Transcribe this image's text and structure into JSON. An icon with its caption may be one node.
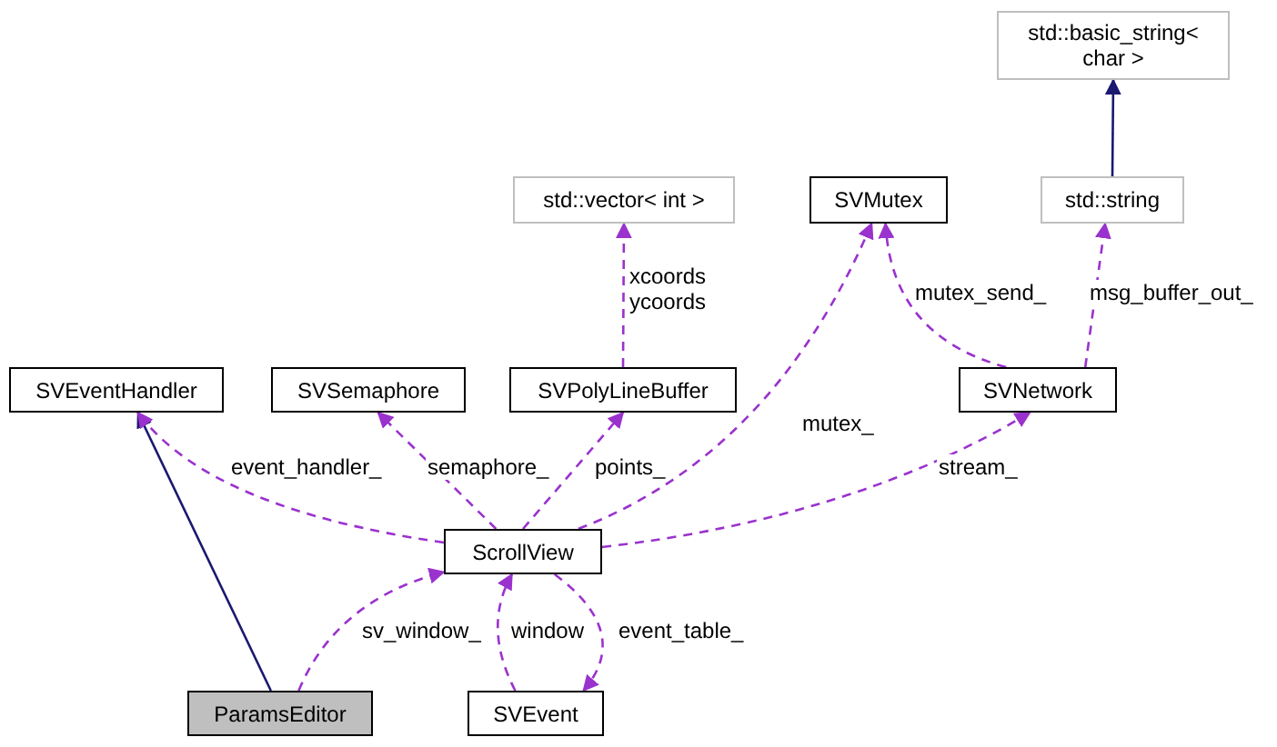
{
  "diagram": {
    "nodes": [
      {
        "text": [
          "std::basic_string< char >"
        ]
      },
      {
        "text": [
          "std::vector< int >"
        ]
      },
      {
        "text": [
          "SVMutex"
        ]
      },
      {
        "text": [
          "std::string"
        ]
      },
      {
        "text": [
          "SVEventHandler"
        ]
      },
      {
        "text": [
          "SVSemaphore"
        ]
      },
      {
        "text": [
          "SVPolyLineBuffer"
        ]
      },
      {
        "text": [
          "SVNetwork"
        ]
      },
      {
        "text": [
          "ScrollView"
        ]
      },
      {
        "text": [
          "ParamsEditor"
        ]
      },
      {
        "text": [
          "SVEvent"
        ]
      }
    ],
    "edges": [
      {
        "from": 3,
        "to": 0,
        "arrow": "to",
        "color": "#191970"
      },
      {
        "from": 6,
        "to": 1,
        "arrow": "to",
        "label": "xcoords ycoords",
        "style": "dashed"
      },
      {
        "from": 8,
        "to": 2,
        "arrow": "to",
        "label": "mutex_",
        "style": "dashed"
      },
      {
        "from": 7,
        "to": 2,
        "arrow": "to",
        "label": "mutex_send_",
        "style": "dashed"
      },
      {
        "from": 7,
        "to": 3,
        "arrow": "to",
        "label": "msg_buffer_out_",
        "style": "dashed"
      },
      {
        "from": 9,
        "to": 4,
        "arrow": "to",
        "color": "#191970"
      },
      {
        "from": 8,
        "to": 4,
        "arrow": "to",
        "label": "event_handler_",
        "style": "dashed"
      },
      {
        "from": 8,
        "to": 5,
        "arrow": "to",
        "label": "semaphore_",
        "style": "dashed"
      },
      {
        "from": 8,
        "to": 6,
        "arrow": "to",
        "label": "points_",
        "style": "dashed"
      },
      {
        "from": 8,
        "to": 7,
        "arrow": "to",
        "label": "stream_",
        "style": "dashed"
      },
      {
        "from": 9,
        "to": 8,
        "arrow": "to",
        "label": "sv_window_",
        "style": "dashed"
      },
      {
        "from": 10,
        "to": 8,
        "arrow": "to",
        "label": "window",
        "style": "dashed"
      },
      {
        "from": 8,
        "to": 10,
        "arrow": "to",
        "label": "event_table_",
        "style": "dashed"
      }
    ]
  }
}
